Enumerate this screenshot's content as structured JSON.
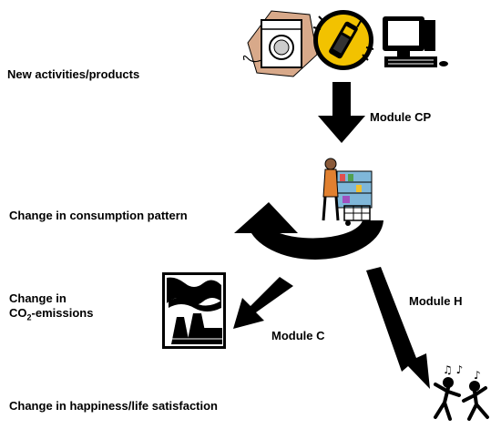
{
  "labels": {
    "new_activities": "New activities/products",
    "module_cp": "Module CP",
    "consumption_change": "Change in consumption pattern",
    "emissions_line1": "Change in",
    "emissions_line2_prefix": "CO",
    "emissions_line2_sub": "2",
    "emissions_line2_suffix": "-emissions",
    "module_c": "Module C",
    "module_h": "Module H",
    "happiness_change": "Change in happiness/life satisfaction"
  },
  "icons": [
    "washing-machine-icon",
    "mobile-phone-icon",
    "computer-icon",
    "shopper-cart-icon",
    "factory-emissions-icon",
    "dancing-people-icon"
  ],
  "colors": {
    "arrow": "#000000",
    "text": "#000000",
    "shape_fill": "#d8a98a",
    "phone_bg": "#f2c200"
  }
}
